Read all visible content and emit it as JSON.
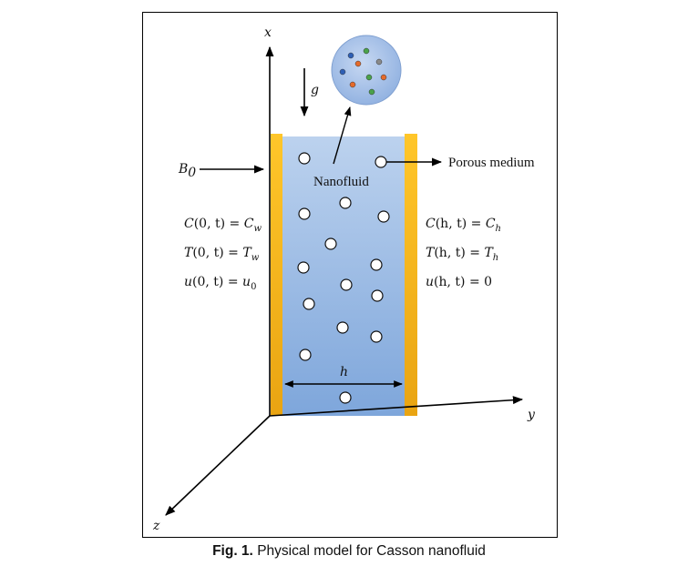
{
  "axes": {
    "x": "x",
    "y": "y",
    "z": "z"
  },
  "gravity": "g",
  "magnetic_field": "B",
  "magnetic_field_sub": "0",
  "width_label": "h",
  "fluid_label": "Nanofluid",
  "porous_label": "Porous medium",
  "left_conditions": [
    {
      "lhs": "C",
      "args": "(0, t)",
      "rhs": "C",
      "sub": "w"
    },
    {
      "lhs": "T",
      "args": "(0, t)",
      "rhs": "T",
      "sub": "w"
    },
    {
      "lhs": "u",
      "args": "(0, t)",
      "rhs": "u",
      "sub": "0"
    }
  ],
  "right_conditions": [
    {
      "lhs": "C",
      "args": "(h, t)",
      "rhs": "C",
      "sub": "h"
    },
    {
      "lhs": "T",
      "args": "(h, t)",
      "rhs": "T",
      "sub": "h"
    },
    {
      "lhs": "u",
      "args": "(h, t)",
      "rhs": "0",
      "sub": ""
    }
  ],
  "caption": {
    "prefix": "Fig. 1.",
    "text": "Physical model for Casson nanofluid"
  },
  "colors": {
    "fluid_top": "#bcd2ee",
    "fluid_bottom": "#7ea6db",
    "wall_top": "#ffc62a",
    "wall_bottom": "#e9a412",
    "zoom_circle": "#8fb0e0",
    "particles": [
      "#2e5fb5",
      "#4aa24a",
      "#e56a2a",
      "#8a8a8a"
    ]
  }
}
